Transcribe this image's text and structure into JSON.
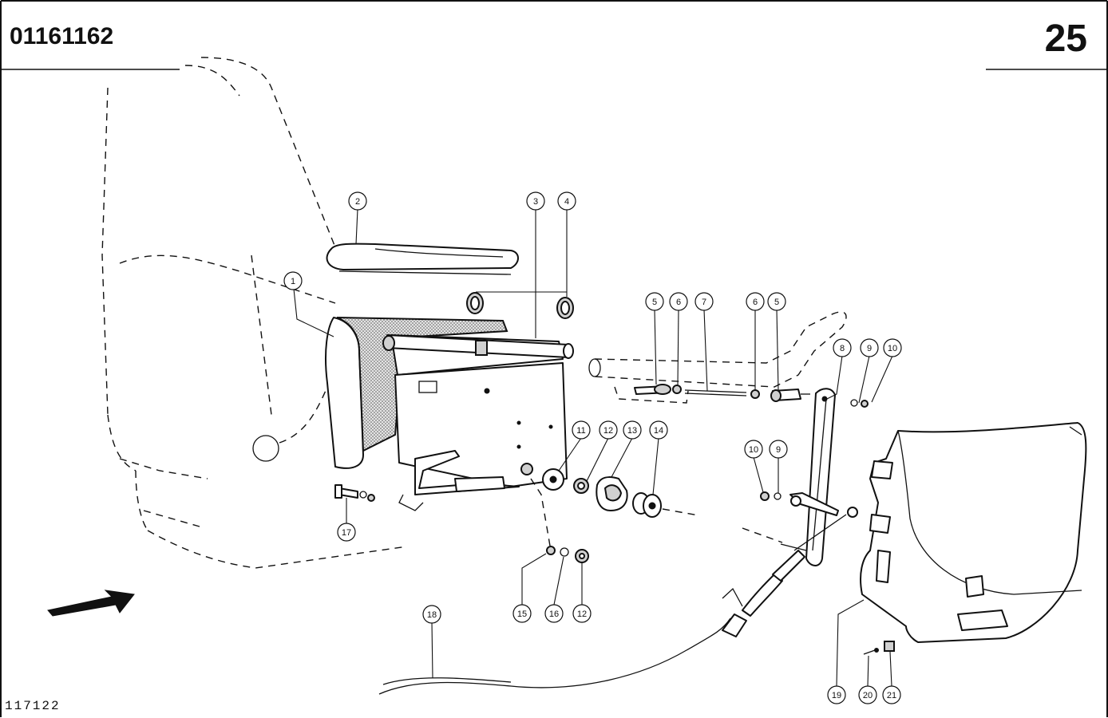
{
  "header": {
    "part_number": "01161162",
    "page_number": "25"
  },
  "footer": {
    "drawing_code": "117122"
  },
  "callouts": [
    {
      "label": "1"
    },
    {
      "label": "2"
    },
    {
      "label": "3"
    },
    {
      "label": "4"
    },
    {
      "label": "5"
    },
    {
      "label": "6"
    },
    {
      "label": "7"
    },
    {
      "label": "6"
    },
    {
      "label": "5"
    },
    {
      "label": "8"
    },
    {
      "label": "9"
    },
    {
      "label": "10"
    },
    {
      "label": "11"
    },
    {
      "label": "12"
    },
    {
      "label": "13"
    },
    {
      "label": "14"
    },
    {
      "label": "10"
    },
    {
      "label": "9"
    },
    {
      "label": "17"
    },
    {
      "label": "15"
    },
    {
      "label": "16"
    },
    {
      "label": "12"
    },
    {
      "label": "18"
    },
    {
      "label": "19"
    },
    {
      "label": "20"
    },
    {
      "label": "21"
    }
  ]
}
